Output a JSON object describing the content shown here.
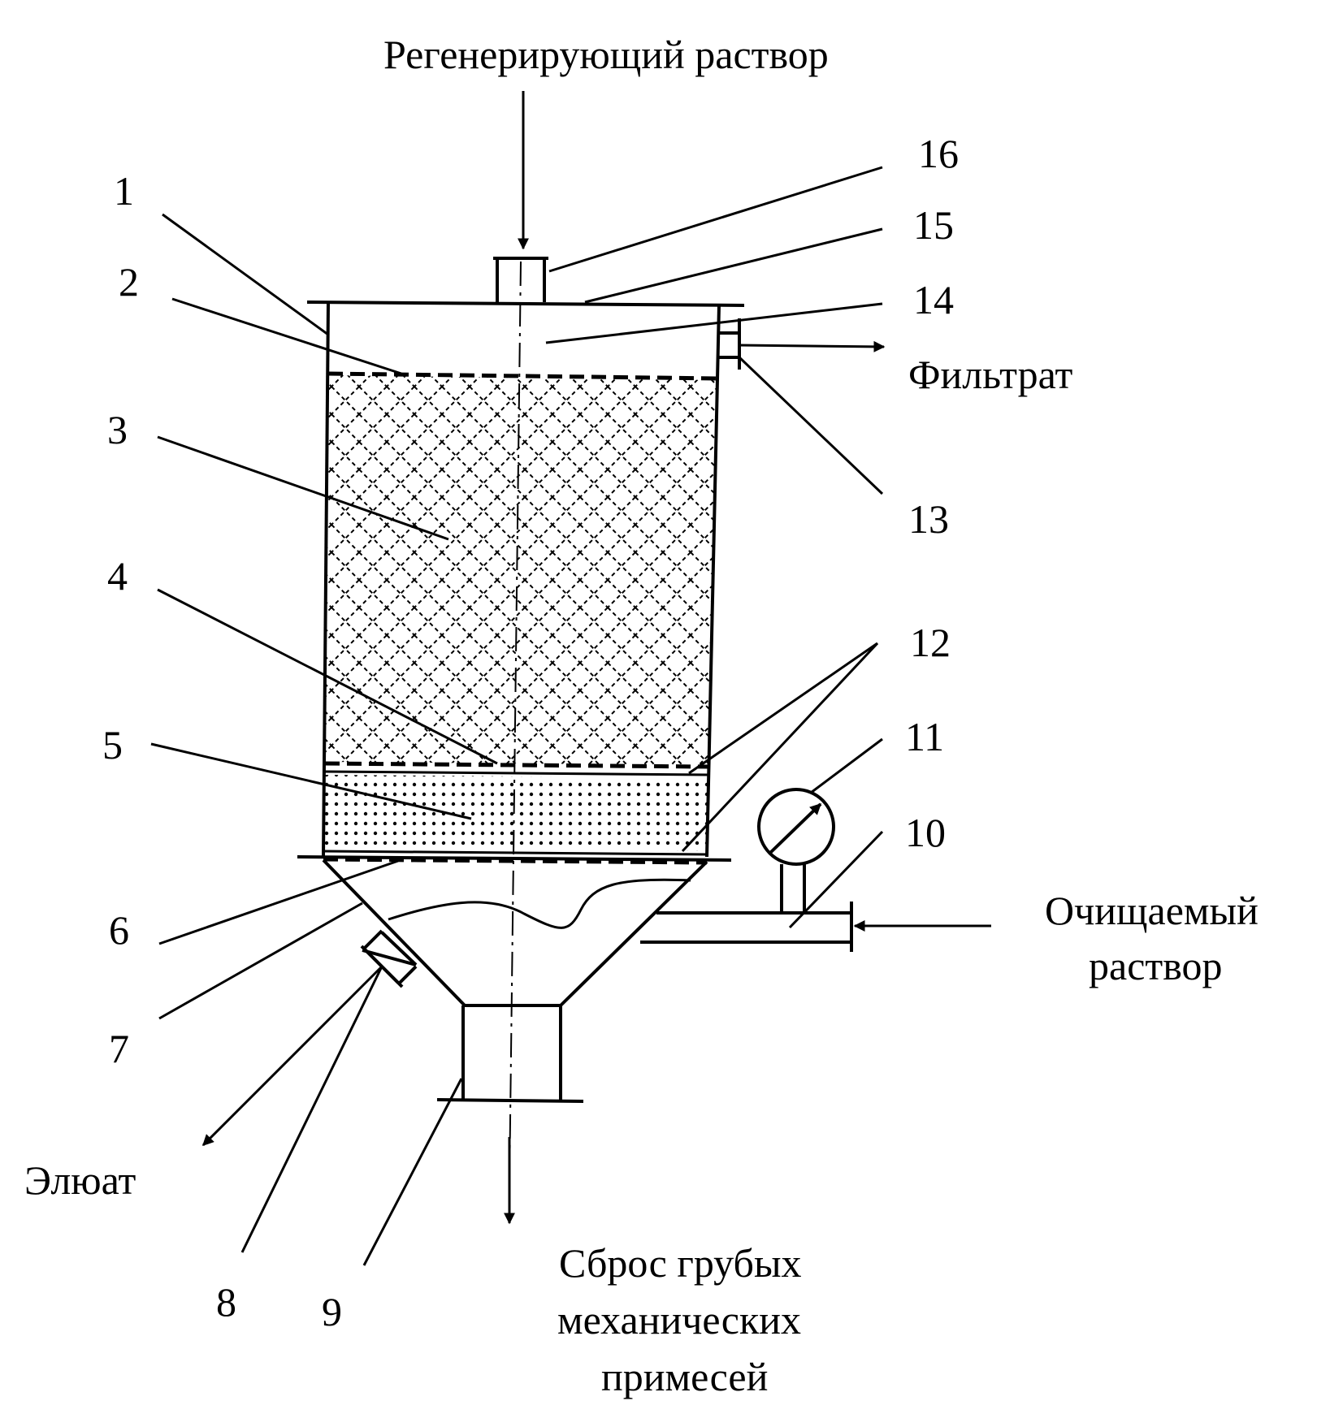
{
  "flows": {
    "regen_solution": "Регенерирующий раствор",
    "filtrate": "Фильтрат",
    "purified_solution_line1": "Очищаемый",
    "purified_solution_line2": "раствор",
    "eluate": "Элюат",
    "discharge_line1": "Сброс грубых",
    "discharge_line2": "механических",
    "discharge_line3": "примесей"
  },
  "positions": {
    "p1": "1",
    "p2": "2",
    "p3": "3",
    "p4": "4",
    "p5": "5",
    "p6": "6",
    "p7": "7",
    "p8": "8",
    "p9": "9",
    "p10": "10",
    "p11": "11",
    "p12": "12",
    "p13": "13",
    "p14": "14",
    "p15": "15",
    "p16": "16"
  },
  "colors": {
    "ink": "#000000",
    "paper": "#ffffff"
  }
}
